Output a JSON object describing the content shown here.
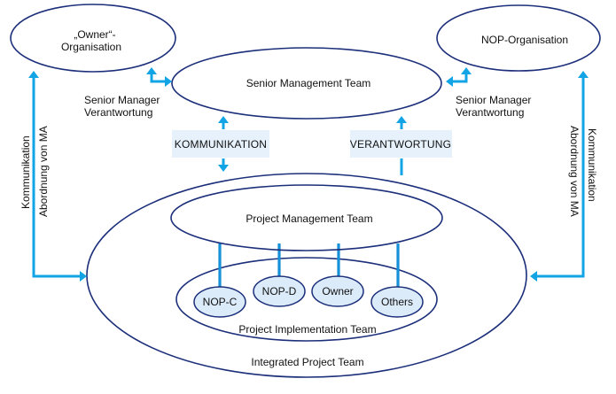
{
  "colors": {
    "ellipse_stroke": "#1c2f7a",
    "arrow": "#13a4e6",
    "connector": "#1690d8",
    "small_ellipse_fill": "#dcebf9",
    "tag_box_fill": "#e6f1fc",
    "text": "#111111"
  },
  "nodes": {
    "owner_org": {
      "line1": "„Owner“-",
      "line2": "Organisation"
    },
    "nop_org": {
      "label": "NOP-Organisation"
    },
    "senior_management_team": {
      "label": "Senior Management Team"
    },
    "project_management_team": {
      "label": "Project Management Team"
    },
    "project_implementation_team": {
      "label": "Project Implementation Team"
    },
    "integrated_project_team": {
      "label": "Integrated Project Team"
    },
    "members": [
      {
        "label": "NOP-C"
      },
      {
        "label": "NOP-D"
      },
      {
        "label": "Owner"
      },
      {
        "label": "Others"
      }
    ]
  },
  "edge_labels": {
    "left_senior": {
      "line1": "Senior Manager",
      "line2": "Verantwortung"
    },
    "right_senior": {
      "line1": "Senior Manager",
      "line2": "Verantwortung"
    },
    "left_side": {
      "line1": "Kommunikation",
      "line2": "Abordnung von MA"
    },
    "right_side": {
      "line1": "Kommunikation",
      "line2": "Abordnung von MA"
    },
    "kommunikation_tag": "KOMMUNIKATION",
    "verantwortung_tag": "VERANTWORTUNG"
  }
}
